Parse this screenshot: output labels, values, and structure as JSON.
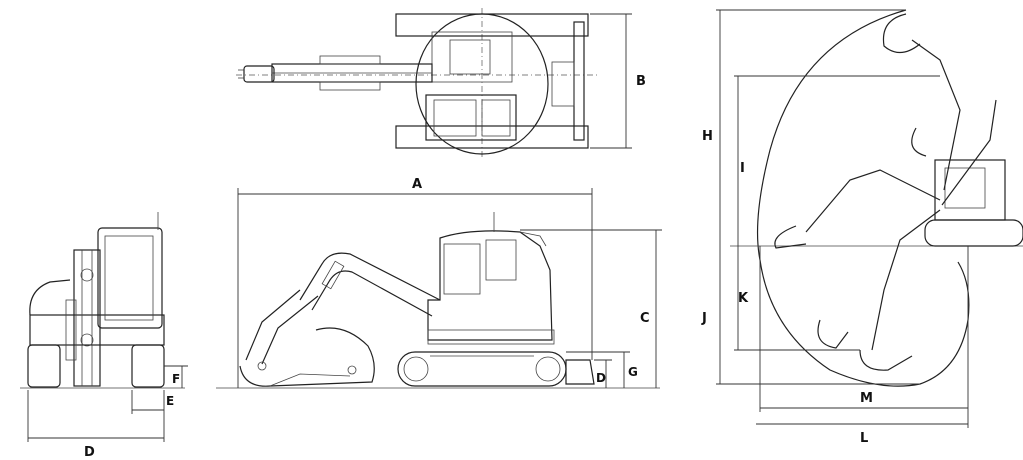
{
  "dimension_labels": {
    "A": "A",
    "B": "B",
    "C": "C",
    "D_side": "D",
    "D_front": "D",
    "E": "E",
    "F": "F",
    "G": "G",
    "H": "H",
    "I": "I",
    "J": "J",
    "K": "K",
    "L": "L",
    "M": "M"
  },
  "colors": {
    "line": "#222222",
    "background": "#ffffff"
  }
}
